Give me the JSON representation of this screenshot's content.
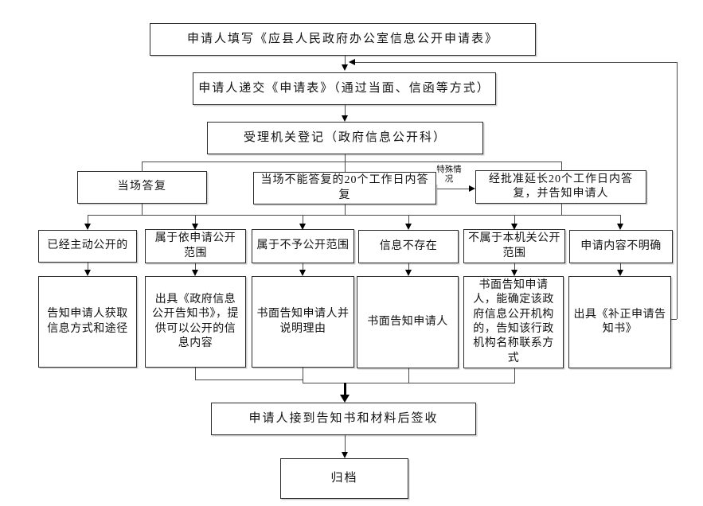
{
  "diagram": {
    "nodes": {
      "fill_form": {
        "label": "申请人填写《应县人民政府办公室信息公开申请表》"
      },
      "submit_form": {
        "label": "申请人递交《申请表》（通过当面、信函等方式）"
      },
      "register": {
        "label": "受理机关登记（政府信息公开科）"
      },
      "reply_onsite": {
        "label": "当场答复"
      },
      "reply_20days": {
        "label": "当场不能答复的20个工作日内答复"
      },
      "reply_extended": {
        "label": "经批准延长20个工作日内答复，并告知申请人"
      },
      "case_published": {
        "label": "已经主动公开的"
      },
      "case_apply_scope": {
        "label": "属于依申请公开范围"
      },
      "case_no_disclosure": {
        "label": "属于不予公开范围"
      },
      "case_not_exist": {
        "label": "信息不存在"
      },
      "case_not_this_org": {
        "label": "不属于本机关公开范围"
      },
      "case_unclear": {
        "label": "申请内容不明确"
      },
      "action_inform_way": {
        "label": "告知申请人获取信息方式和途径"
      },
      "action_issue_notice": {
        "label": "出具《政府信息公开告知书》，提供可以公开的信息内容"
      },
      "action_written_reason": {
        "label": "书面告知申请人并说明理由"
      },
      "action_written": {
        "label": "书面告知申请人"
      },
      "action_written_org": {
        "label": "书面告知申请人，能确定该政府信息公开机构的，告知该行政机构名称联系方式"
      },
      "action_issue_correction": {
        "label": "出具《补正申请告知书》"
      },
      "sign_receipt": {
        "label": "申请人接到告知书和材料后签收"
      },
      "archive": {
        "label": "归档"
      }
    },
    "edge_labels": {
      "special_case": "特殊情况"
    },
    "colors": {
      "background": "#ffffff",
      "box_border": "#2b2b2b",
      "line": "#4a4a4a",
      "arrow": "#000000",
      "text": "#111111"
    }
  }
}
